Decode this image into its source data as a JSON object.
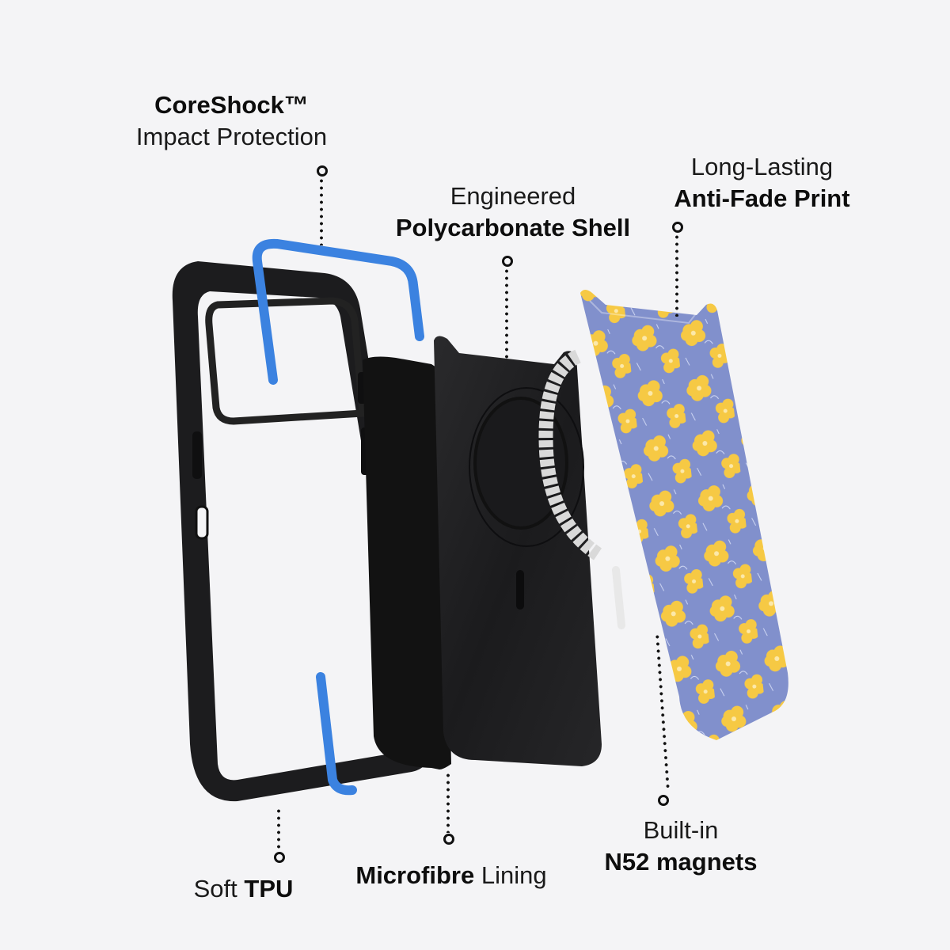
{
  "title": "Phone case exploded view with feature callouts",
  "colors": {
    "background": "#f4f4f6",
    "text": "#111111",
    "tpu_frame": "#1c1c1e",
    "coreshock_blue": "#3b82e0",
    "microfibre_lining": "#121212",
    "polycarbonate_shell": "#1f1f21",
    "magnet_ring": "#d9d9d9",
    "print_background": "#8190cc",
    "print_flowers": "#f6c944"
  },
  "callouts": {
    "coreshock": {
      "line1": "CoreShock™",
      "line2": "Impact Protection"
    },
    "polycarbonate": {
      "line1": "Engineered",
      "line2": "Polycarbonate Shell"
    },
    "antifade": {
      "line1": "Long-Lasting",
      "line2": "Anti-Fade Print"
    },
    "tpu": {
      "regular": "Soft",
      "bold": "TPU"
    },
    "microfibre": {
      "bold": "Microfibre",
      "regular": "Lining"
    },
    "magnets": {
      "line1": "Built-in",
      "line2": "N52 magnets"
    }
  },
  "components": [
    {
      "name": "Soft TPU frame"
    },
    {
      "name": "CoreShock impact bumpers"
    },
    {
      "name": "Microfibre lining"
    },
    {
      "name": "Polycarbonate shell"
    },
    {
      "name": "N52 magnet ring"
    },
    {
      "name": "Anti-fade printed back"
    }
  ]
}
